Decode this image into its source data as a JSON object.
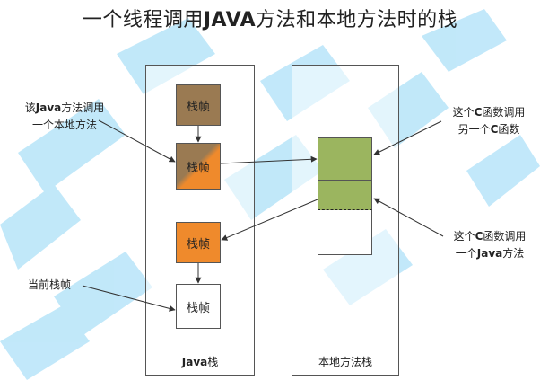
{
  "title": {
    "pre": "一个线程调用",
    "bold": "JAVA",
    "post": "方法和本地方法时的栈"
  },
  "java_stack": {
    "label_bold": "Java",
    "label_rest": "栈"
  },
  "native_stack": {
    "label": "本地方法栈"
  },
  "frames": {
    "f1": "栈帧",
    "f2": "栈帧",
    "f3": "栈帧",
    "f4": "栈帧"
  },
  "annotations": {
    "java_calls_native": {
      "l1_pre": "该",
      "l1_bold": "Java",
      "l1_post": "方法调用",
      "l2": "一个本地方法"
    },
    "c_calls_c": {
      "l1_pre": "这个",
      "l1_bold": "C",
      "l1_post": "函数调用",
      "l2_pre": "另一个",
      "l2_bold": "C",
      "l2_post": "函数"
    },
    "c_calls_java": {
      "l1_pre": "这个",
      "l1_bold": "C",
      "l1_post": "函数调用",
      "l2_pre": "一个",
      "l2_bold": "Java",
      "l2_post": "方法"
    },
    "current_frame": {
      "text": "当前栈帧"
    }
  },
  "colors": {
    "frame_brown": "#9a7a52",
    "frame_orange": "#ef8a2c",
    "native_green": "#9bb55f",
    "arrow": "#333333",
    "watermark": "#8fd6f5"
  }
}
